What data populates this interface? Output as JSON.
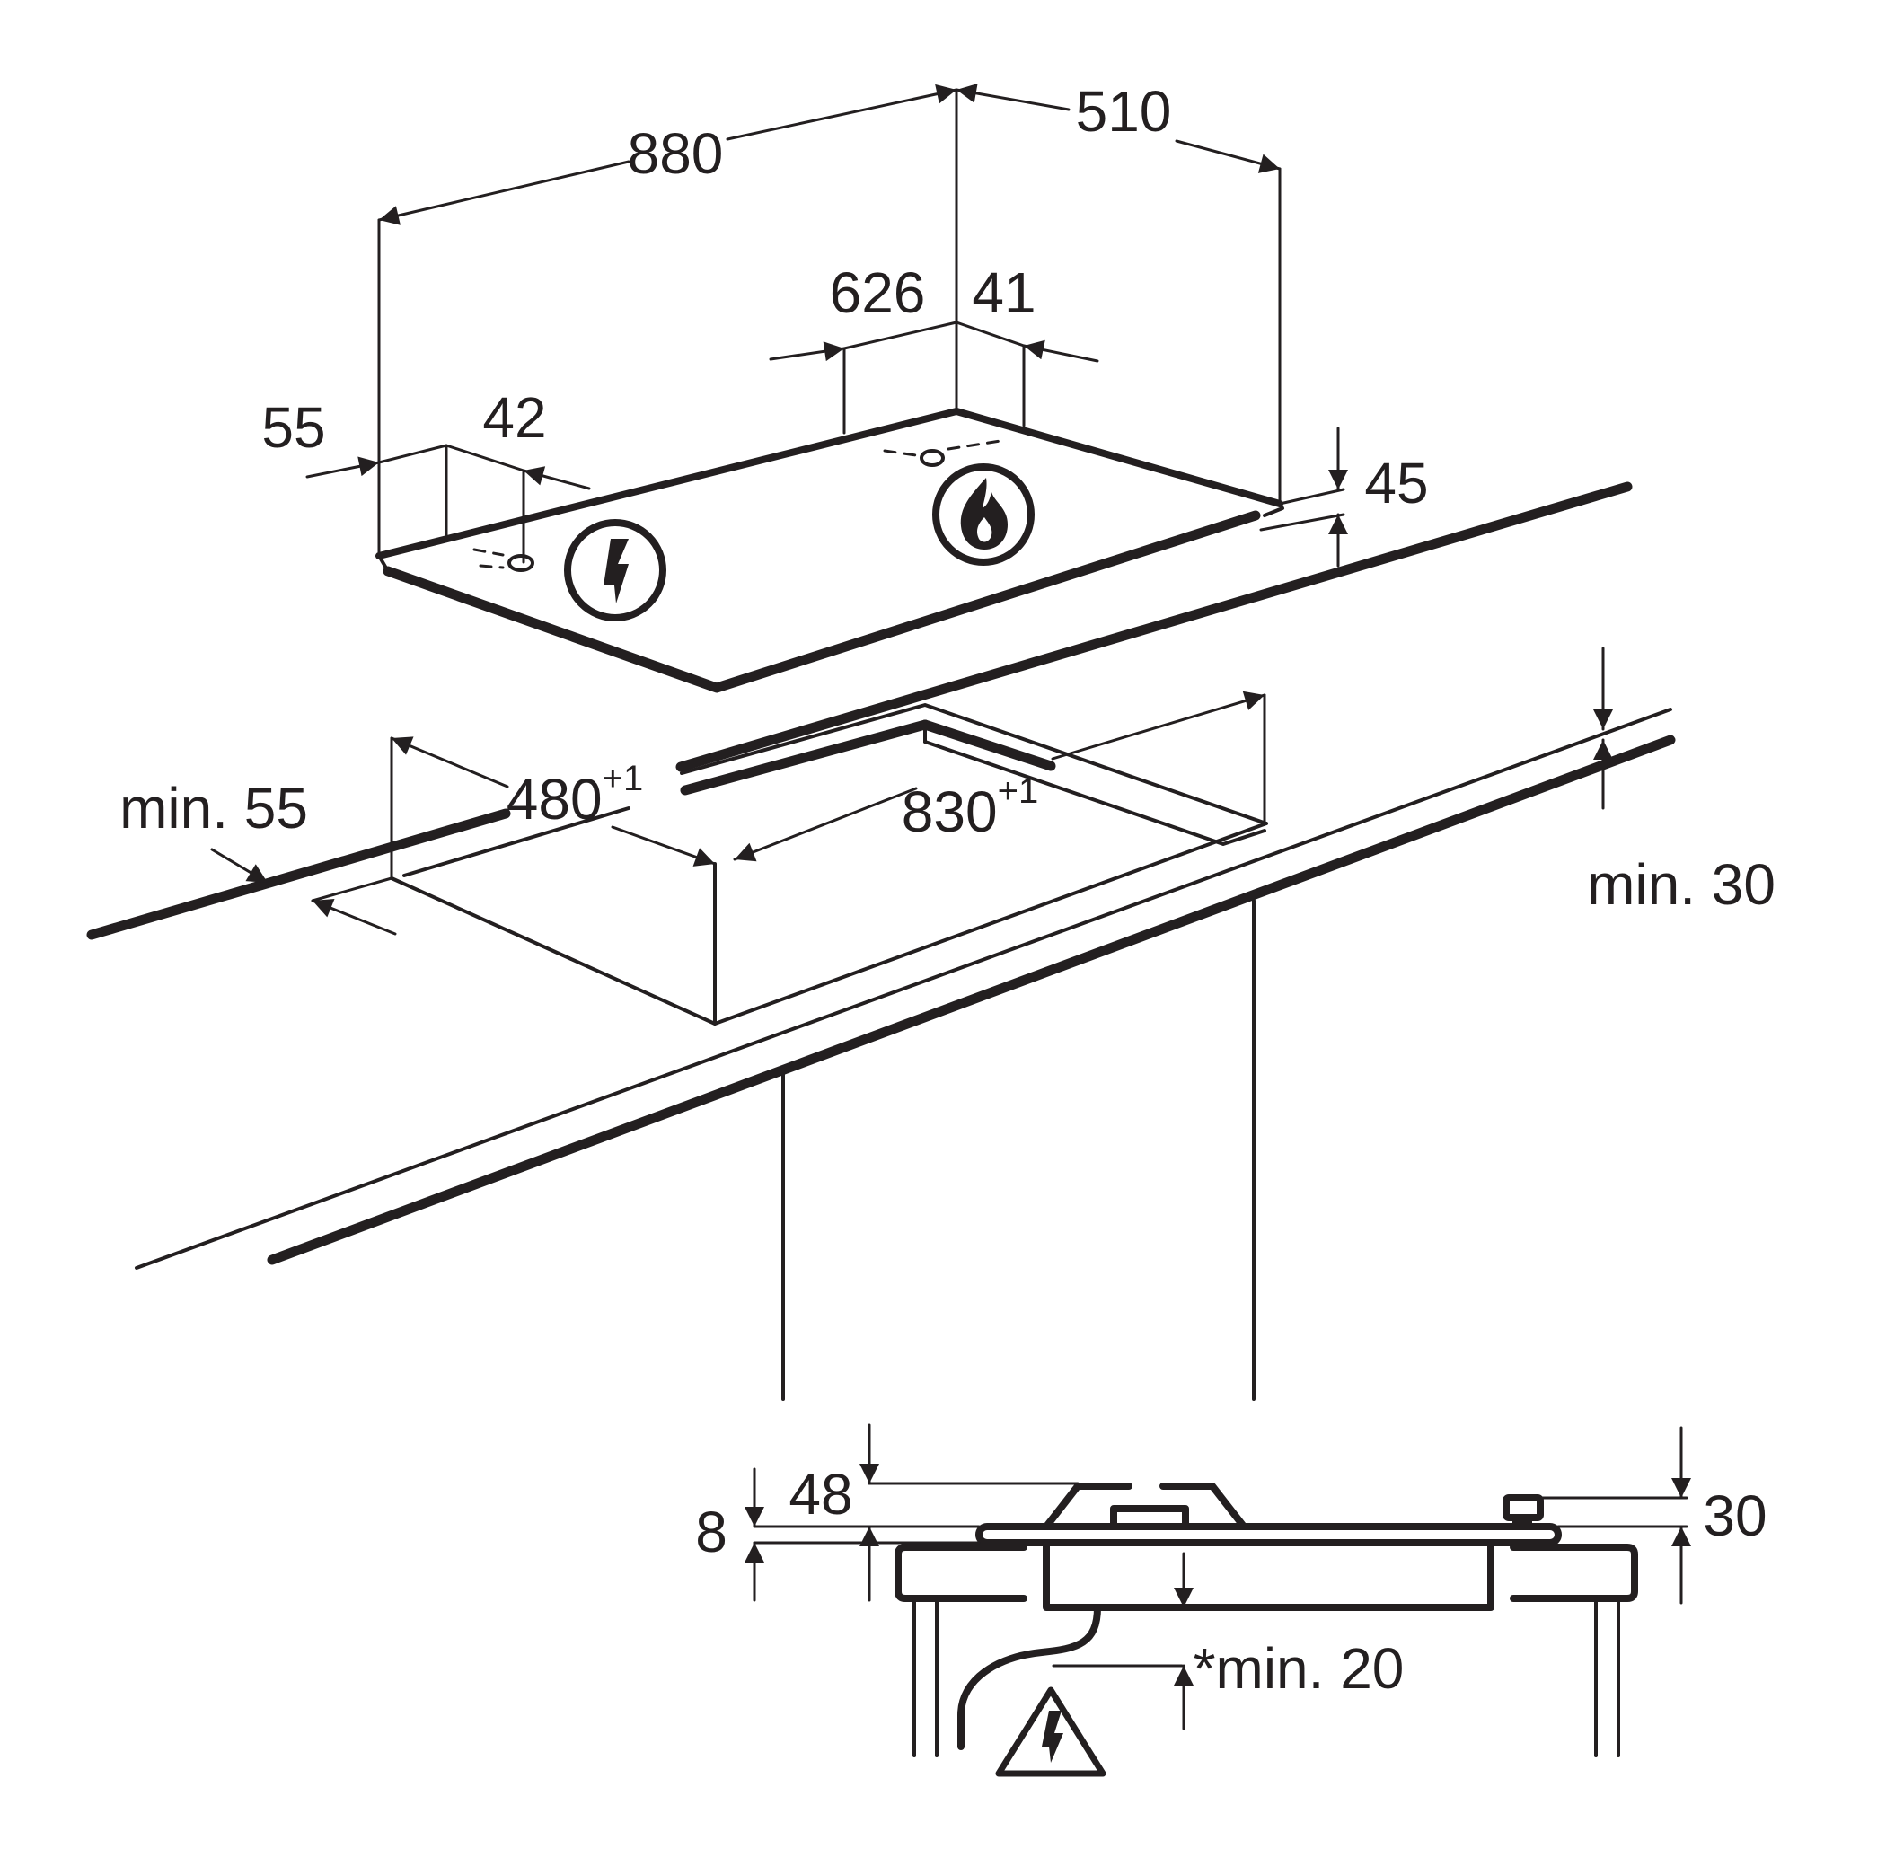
{
  "colors": {
    "ink": "#231f20",
    "background": "#ffffff"
  },
  "dimensions": {
    "width": "880",
    "depth": "510",
    "gas_inlet_x": "626",
    "gas_inlet_y": "41",
    "elec_inlet_x": "55",
    "elec_inlet_y": "42",
    "hob_height": "45",
    "cutout_depth": "480",
    "cutout_depth_tol": "+1",
    "cutout_width": "830",
    "cutout_width_tol": "+1",
    "min_edge": "min. 55",
    "min_worktop": "min. 30",
    "section_48": "48",
    "section_8": "8",
    "section_30": "30",
    "min_clearance": "*min. 20"
  },
  "icons": {
    "electric": "electric-connection-icon",
    "gas": "gas-flame-icon",
    "warning": "electric-hazard-warning-icon"
  }
}
